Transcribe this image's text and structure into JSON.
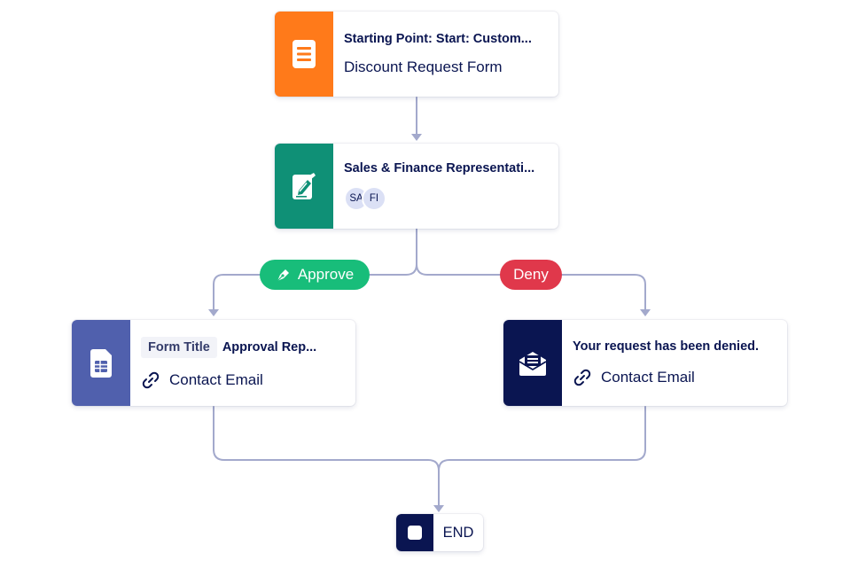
{
  "colors": {
    "connector": "#a3a9cc",
    "start": "#ff7a1a",
    "approval": "#0f9076",
    "form": "#5060ad",
    "email": "#0a1551",
    "approve": "#18bd7a",
    "deny": "#e0384b"
  },
  "nodes": {
    "start": {
      "title": "Starting Point: Start: Custom...",
      "subtitle": "Discount Request Form",
      "icon": "form-document-icon"
    },
    "approval": {
      "title": "Sales & Finance Representati...",
      "icon": "approval-signature-icon",
      "avatars": [
        "SA",
        "FI"
      ]
    },
    "approved_email": {
      "tag": "Form Title",
      "title": "Approval Rep...",
      "link": "Contact Email",
      "icon": "form-table-icon"
    },
    "denied_email": {
      "title": "Your request has been denied.",
      "link": "Contact Email",
      "icon": "envelope-icon"
    }
  },
  "branches": {
    "approve": "Approve",
    "deny": "Deny"
  },
  "end": {
    "label": "END",
    "icon": "stop-square-icon"
  }
}
